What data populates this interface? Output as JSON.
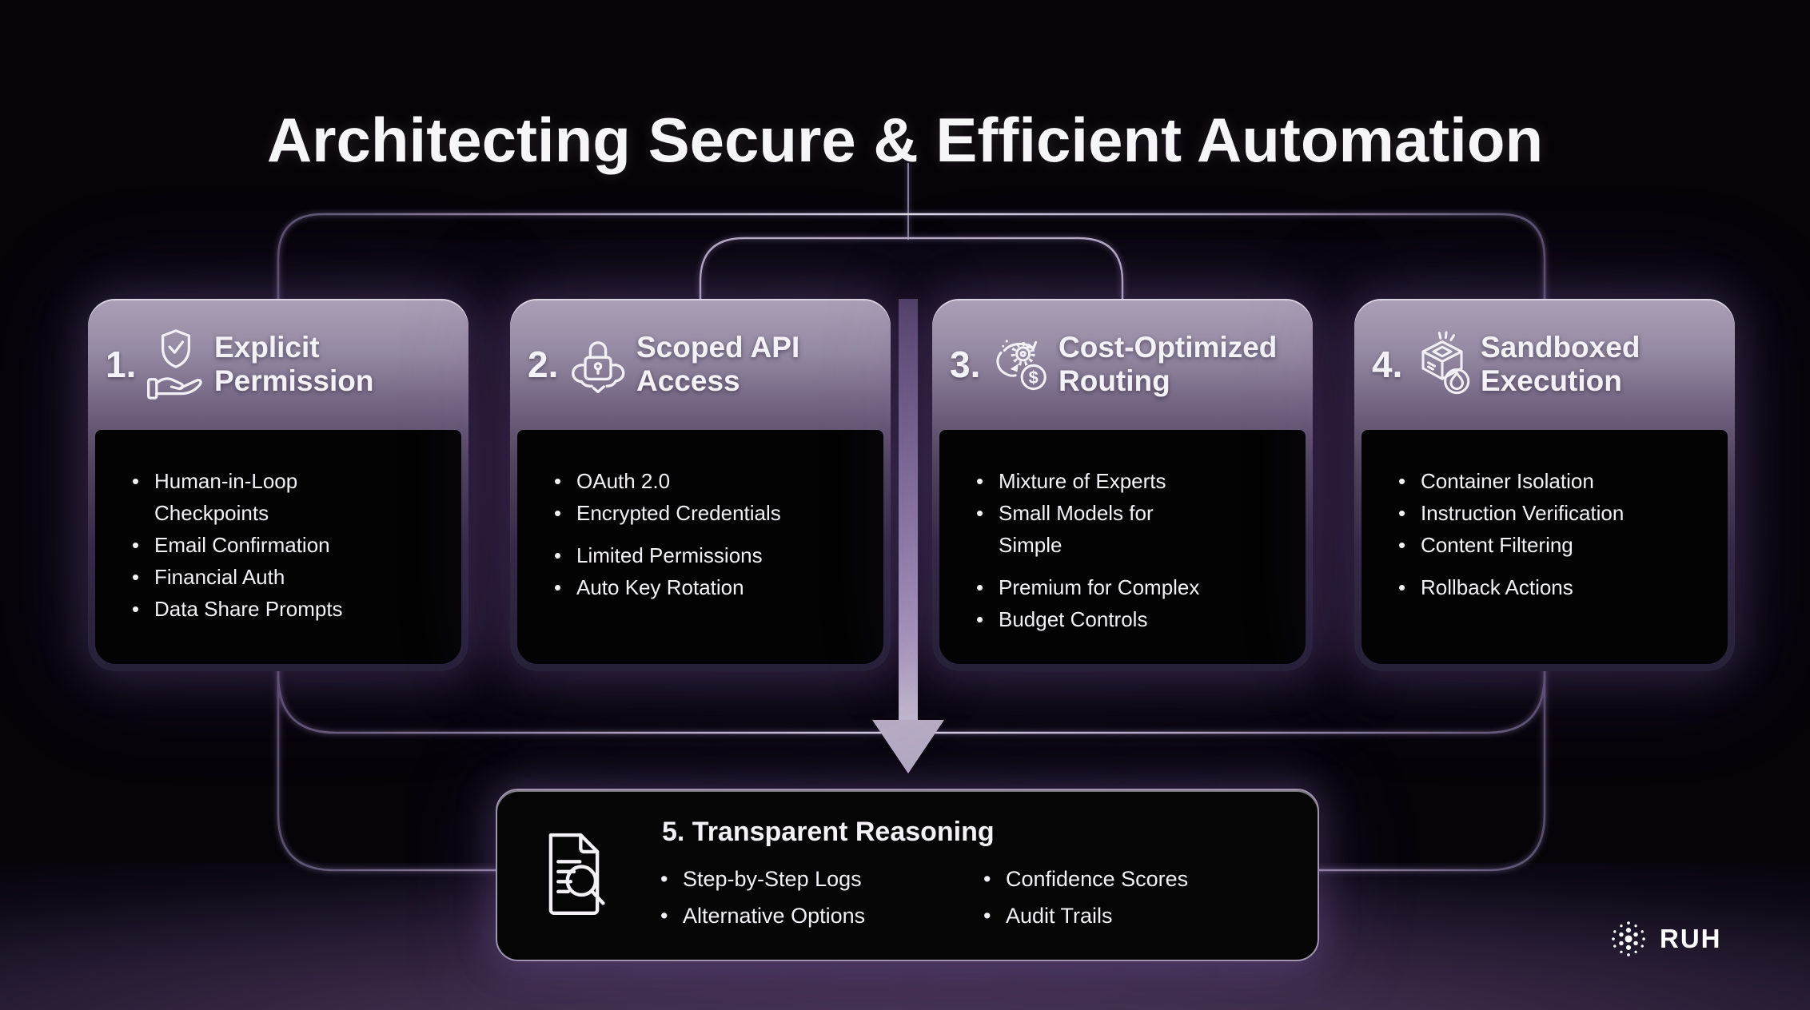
{
  "title": "Architecting Secure & Efficient Automation",
  "colors": {
    "background": "#060309",
    "card_header_top": "#aba0b6",
    "card_header_bottom": "#262038",
    "card_body": "#030303",
    "connector_line": "#a99cba",
    "connector_highlight": "#d8d2e2",
    "arrow": "#b9b0c4",
    "text": "#f4f2f6",
    "glow": "#8a6cb2"
  },
  "icons": {
    "card1": "shield-check-hand-icon",
    "card2": "padlock-cloud-icon",
    "card3": "gear-cycle-dollar-icon",
    "card4": "sandbox-cube-flame-icon",
    "summary": "document-magnifier-icon",
    "arrow": "flow-down-arrow",
    "logo": "dot-burst-logo-icon"
  },
  "cards": [
    {
      "number": "1.",
      "title": "Explicit Permission",
      "bullet_groups": [
        [
          "Human-in-Loop\nCheckpoints",
          "Email Confirmation",
          "Financial Auth",
          "Data Share Prompts"
        ]
      ]
    },
    {
      "number": "2.",
      "title": "Scoped API Access",
      "bullet_groups": [
        [
          "OAuth 2.0",
          "Encrypted Credentials"
        ],
        [
          "Limited Permissions",
          "Auto Key Rotation"
        ]
      ]
    },
    {
      "number": "3.",
      "title": "Cost-Optimized Routing",
      "bullet_groups": [
        [
          "Mixture of Experts",
          "Small Models for\nSimple"
        ],
        [
          "Premium for Complex",
          "Budget Controls"
        ]
      ]
    },
    {
      "number": "4.",
      "title": "Sandboxed Execution",
      "bullet_groups": [
        [
          "Container Isolation",
          "Instruction Verification",
          "Content Filtering"
        ],
        [
          "Rollback Actions"
        ]
      ]
    }
  ],
  "summary_card": {
    "title": "5. Transparent Reasoning",
    "columns": [
      [
        "Step-by-Step Logs",
        "Alternative Options"
      ],
      [
        "Confidence Scores",
        "Audit Trails"
      ]
    ]
  },
  "logo": {
    "text": "RUH"
  }
}
